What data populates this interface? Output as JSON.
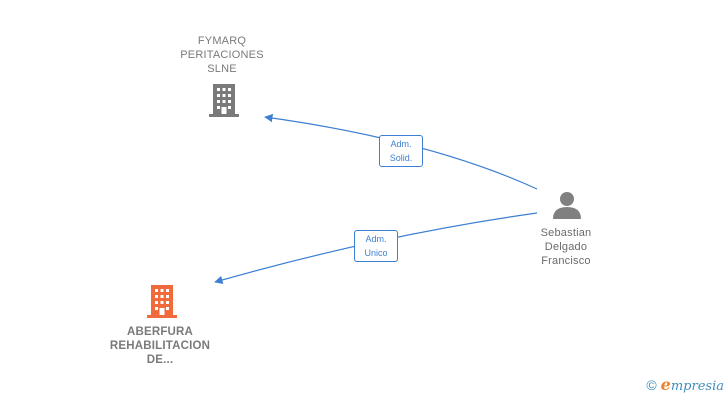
{
  "colors": {
    "edge": "#3d7fd3",
    "company_icon": "#7a7a7a",
    "highlight_icon": "#f06a3c",
    "person_icon": "#808080"
  },
  "nodes": {
    "fymarq": {
      "lines": [
        "FYMARQ",
        "PERITACIONES",
        "SLNE"
      ],
      "icon": "building-icon"
    },
    "aberfura": {
      "lines": [
        "ABERFURA",
        "REHABILITACION",
        "DE..."
      ],
      "icon": "building-icon"
    },
    "person": {
      "lines": [
        "Sebastian",
        "Delgado",
        "Francisco"
      ],
      "icon": "person-icon"
    }
  },
  "edges": [
    {
      "from": "person",
      "to": "fymarq",
      "label_lines": [
        "Adm.",
        "Solid."
      ]
    },
    {
      "from": "person",
      "to": "aberfura",
      "label_lines": [
        "Adm.",
        "Unico"
      ]
    }
  ],
  "footer": {
    "copyright": "©",
    "brand_initial": "e",
    "brand_rest": "mpresia"
  }
}
